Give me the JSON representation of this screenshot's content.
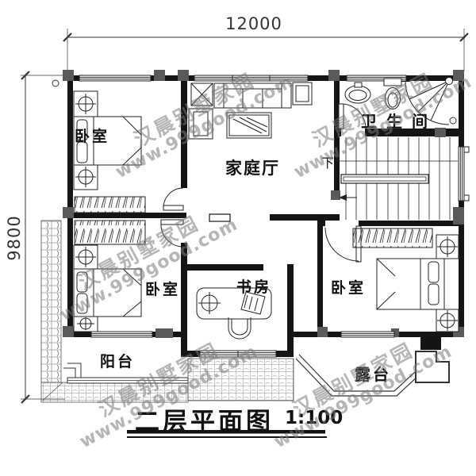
{
  "dimensions": {
    "width_label": "12000",
    "height_label": "9800"
  },
  "rooms": {
    "bedroom_top_left": "卧室",
    "bedroom_bottom_left": "卧室",
    "bedroom_bottom_right": "卧室",
    "family_hall": "家庭厅",
    "bathroom": "卫生间",
    "study": "书房",
    "balcony": "阳台",
    "terrace": "露台"
  },
  "stairs": {
    "down_label": "下"
  },
  "title": {
    "text": "二层平面图",
    "scale": "1:100"
  },
  "watermark": {
    "line1": "汉晨别墅家园",
    "line2": "www.999good.com"
  },
  "colors": {
    "line": "#1a1a1a",
    "pier": "#5a5a5a",
    "watermark": "#8c8c8c",
    "background": "#ffffff"
  }
}
